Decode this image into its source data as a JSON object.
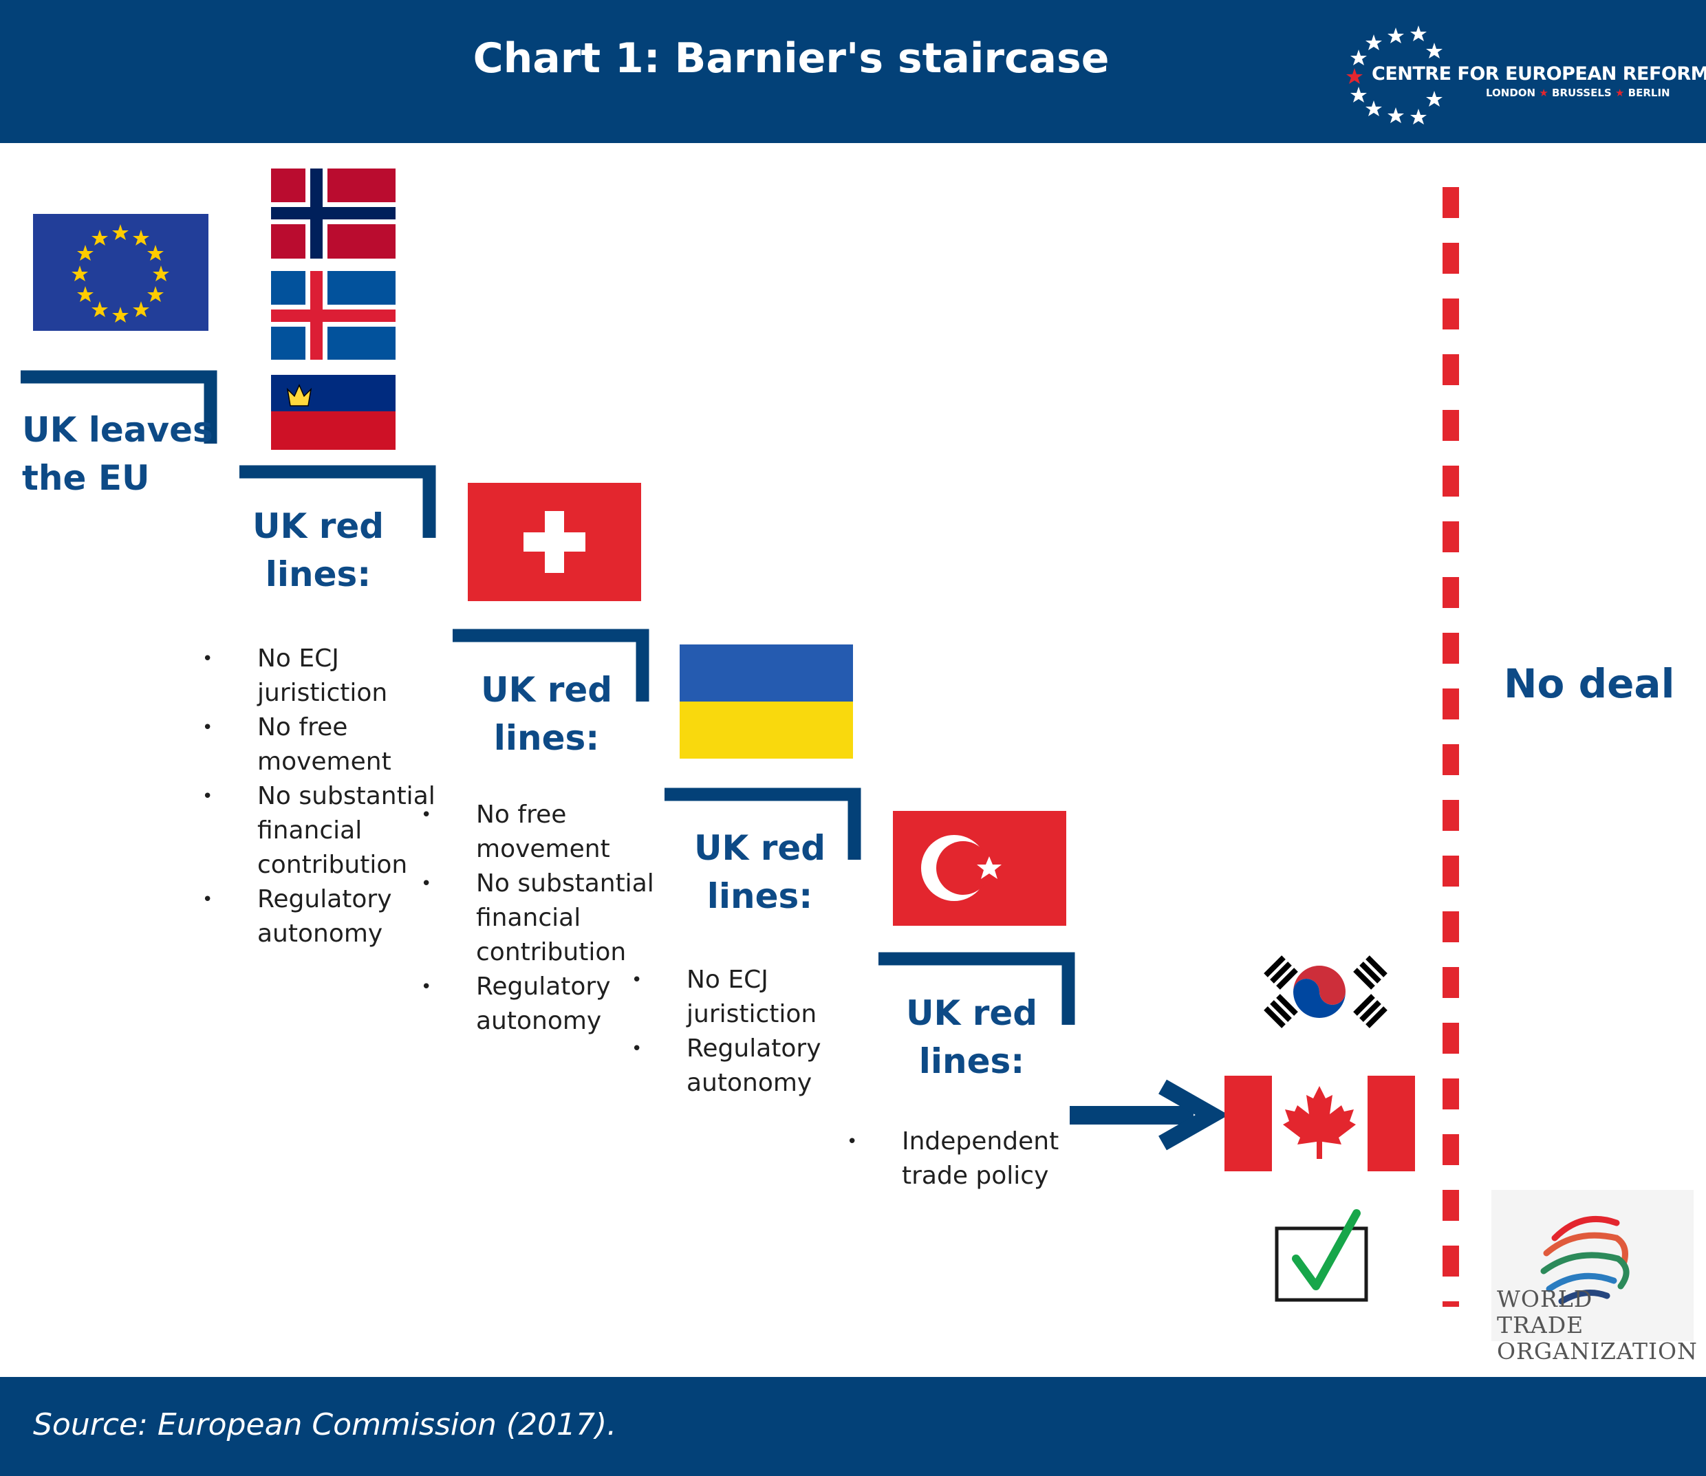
{
  "header": {
    "title": "Chart 1: Barnier's staircase",
    "logo": {
      "name": "CENTRE FOR EUROPEAN REFORM",
      "cities": [
        "LONDON",
        "BRUSSELS",
        "BERLIN"
      ]
    }
  },
  "steps": [
    {
      "heading": [
        "UK leaves",
        "the EU"
      ],
      "flags": [
        "eu-flag"
      ]
    },
    {
      "heading": [
        "UK red",
        "lines:"
      ],
      "flags": [
        "norway-flag",
        "iceland-flag",
        "liechtenstein-flag"
      ],
      "items": [
        "No ECJ\njuristiction",
        "No free\nmovement",
        "No substantial\nfinancial\ncontribution",
        "Regulatory\nautonomy"
      ]
    },
    {
      "heading": [
        "UK red",
        "lines:"
      ],
      "flags": [
        "switzerland-flag"
      ],
      "items": [
        "No free\nmovement",
        "No substantial\nfinancial\ncontribution",
        "Regulatory\nautonomy"
      ]
    },
    {
      "heading": [
        "UK red",
        "lines:"
      ],
      "flags": [
        "ukraine-flag"
      ],
      "items": [
        "No ECJ\njuristiction",
        "Regulatory\nautonomy"
      ]
    },
    {
      "heading": [
        "UK red",
        "lines:"
      ],
      "flags": [
        "turkey-flag"
      ],
      "items": [
        "Independent\ntrade policy"
      ]
    }
  ],
  "outcome": {
    "flags": [
      "south-korea-flag",
      "canada-flag"
    ],
    "icon": "checkmark-icon"
  },
  "no_deal": {
    "label": "No deal",
    "logo_text": [
      "WORLD TRADE",
      "ORGANIZATION"
    ]
  },
  "footer": {
    "source": "Source: European Commission (2017)."
  },
  "colors": {
    "navy": "#034178",
    "text_blue": "#0d4a86",
    "red": "#e3262e",
    "check_green": "#17a64a"
  }
}
